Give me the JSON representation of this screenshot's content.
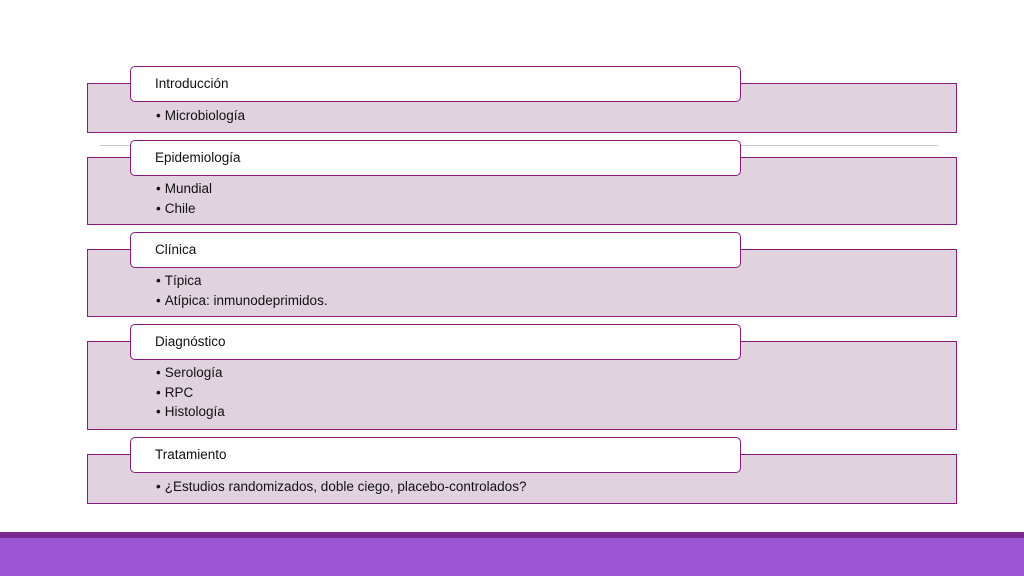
{
  "sections": [
    {
      "title": "Introducción",
      "items": [
        "Microbiología"
      ]
    },
    {
      "title": "Epidemiología",
      "items": [
        "Mundial",
        "Chile"
      ]
    },
    {
      "title": "Clínica",
      "items": [
        "Típica",
        "Atípica: inmunodeprimidos."
      ]
    },
    {
      "title": "Diagnóstico",
      "items": [
        "Serología",
        "RPC",
        "Histología"
      ]
    },
    {
      "title": "Tratamiento",
      "items": [
        "¿Estudios randomizados, doble ciego, placebo-controlados?"
      ]
    }
  ],
  "colors": {
    "band_fill": "#e1d2e0",
    "border": "#8a1b7e",
    "footer_bar": "#9b55d3",
    "footer_line": "#7a2a8e"
  }
}
